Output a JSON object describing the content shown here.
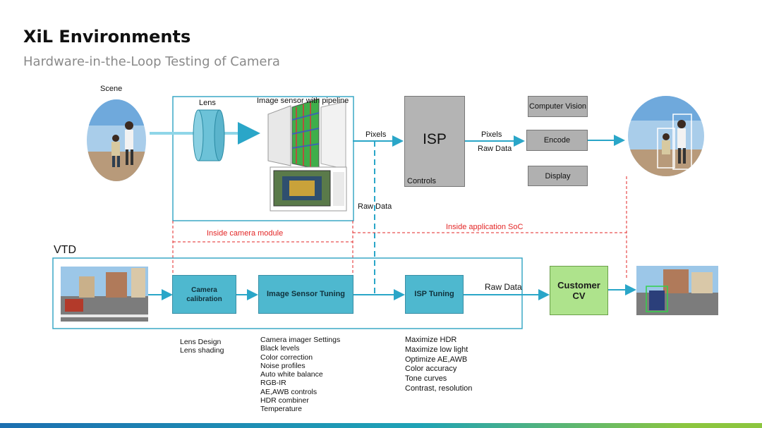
{
  "slide": {
    "title": "XiL Environments",
    "subtitle": "Hardware-in-the-Loop Testing of Camera"
  },
  "top": {
    "scene_label": "Scene",
    "lens_label": "Lens",
    "image_sensor_label": "Image sensor with pipeline",
    "pixels_label_1": "Pixels",
    "isp_label": "ISP",
    "controls_label": "Controls",
    "pixels_label_2": "Pixels",
    "raw_data_label_1": "Raw Data",
    "raw_data_label_2": "Raw Data",
    "computer_vision_label": "Computer Vision",
    "encode_label": "Encode",
    "display_label": "Display",
    "inside_camera_label": "Inside camera module",
    "inside_soc_label": "Inside application SoC"
  },
  "vtd": {
    "label": "VTD",
    "camera_calibration_label": "Camera calibration",
    "image_sensor_tuning_label": "Image Sensor Tuning",
    "isp_tuning_label": "ISP Tuning",
    "raw_data_label": "Raw Data",
    "customer_cv_label": "Customer CV"
  },
  "lists": {
    "lens": [
      "Lens Design",
      "Lens shading"
    ],
    "sensor": [
      "Camera imager Settings",
      "Black levels",
      "Color correction",
      "Noise profiles",
      "Auto white balance",
      "RGB-IR",
      "AE,AWB controls",
      "HDR combiner",
      "Temperature"
    ],
    "isp": [
      "Maximize HDR",
      "Maximize low light",
      "Optimize AE,AWB",
      "Color accuracy",
      "Tone curves",
      "Contrast, resolution"
    ]
  },
  "colors": {
    "teal_box": "#4eb8cf",
    "arrow": "#2aa6c8",
    "grey_box": "#b0b0b0",
    "customer_cv": "#aee38c",
    "red_dashed": "#e32626"
  }
}
